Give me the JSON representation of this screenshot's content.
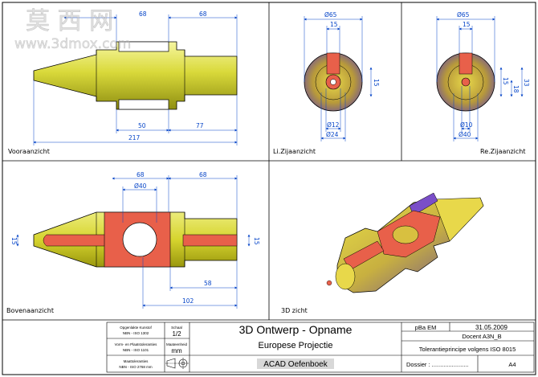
{
  "watermark": {
    "chinese": "莫 西 网",
    "site": "www.3dmox.com"
  },
  "views": {
    "front": {
      "label": "Vooraanzicht",
      "dims": [
        "68",
        "68",
        "50",
        "77",
        "217"
      ]
    },
    "left": {
      "label": "Li.Zijaanzicht",
      "dims": [
        "Ø65",
        "15",
        "15",
        "Ø12",
        "Ø24"
      ]
    },
    "right": {
      "label": "Re.Zijaanzicht",
      "dims": [
        "Ø65",
        "15",
        "15",
        "33",
        "18",
        "Ø10",
        "Ø40"
      ]
    },
    "top": {
      "label": "Bovenaanzicht",
      "dims": [
        "68",
        "68",
        "Ø40",
        "15",
        "15",
        "58",
        "102"
      ]
    },
    "iso": {
      "label": "3D zicht"
    }
  },
  "title_block": {
    "proj_symbol_label": "Opgenlakte Kunstof",
    "proj_symbol_norm": "NBN - ISO 1302",
    "scale_label": "Schaal",
    "scale_value": "1/2",
    "surface_label": "Vorm- en Plaatstoleranties",
    "surface_norm": "NBN - ISO 1101",
    "unit_label": "Maateenheid",
    "unit_value": "mm",
    "tol_label": "Maattoleranties",
    "tol_norm": "NBN - ISO 2768 mm",
    "title": "3D Ontwerp - Opname",
    "subtitle": "Europese Projectie",
    "book": "ACAD Oefenboek",
    "author": "pBa EM",
    "date": "31.05.2009",
    "docent": "Docent A3N_B",
    "tolerance": "Tolerantieprincipe volgens ISO 8015",
    "dossier": "Dossier : ......................",
    "format": "A4"
  }
}
